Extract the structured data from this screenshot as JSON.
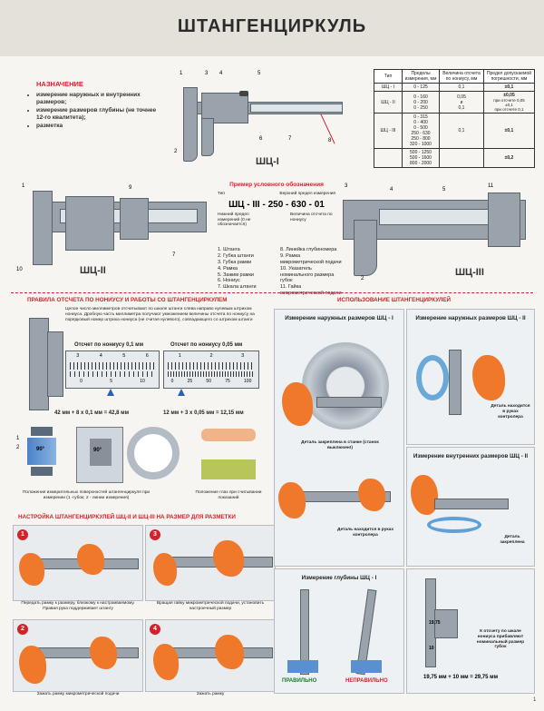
{
  "title": "ШТАНГЕНЦИРКУЛЬ",
  "purpose": {
    "heading": "НАЗНАЧЕНИЕ",
    "items": [
      "измерение наружных и внутренних размеров;",
      "измерение размеров глубины (не точнее 12-го квалитета);",
      "разметка"
    ]
  },
  "spec_table": {
    "headers": [
      "Тип",
      "Пределы измерения, мм",
      "Величина отсчета по нониусу, мм",
      "Предел допускаемой погрешности, мм"
    ],
    "rows": [
      {
        "type": "ШЦ - I",
        "range": "0 - 125",
        "step": "0,1",
        "error": "±0,1",
        "error_note": ""
      },
      {
        "type": "ШЦ - II",
        "range": "0 - 160\n0 - 200\n0 - 250",
        "step": "0,05\nи\n0,1",
        "error": "±0,05",
        "error_note": "при отсчете 0,05\n±0,1\nпри отсчете 0,1"
      },
      {
        "type": "ШЦ - III",
        "range": "0 - 315\n0 - 400\n0 - 500\n250 - 630\n250 - 800\n320 - 1000",
        "step": "0,1",
        "error": "±0,1",
        "error_note": ""
      },
      {
        "type": "",
        "range": "500 - 1250\n500 - 1600\n800 - 2000",
        "step": "",
        "error": "±0,2",
        "error_note": ""
      }
    ]
  },
  "models": {
    "shc1": "ШЦ-I",
    "shc2": "ШЦ-II",
    "shc3": "ШЦ-III"
  },
  "designation": {
    "heading": "Пример условного обозначения",
    "type_label": "Тип",
    "upper_label": "Верхний предел измерения",
    "code": "ШЦ - III - 250 - 630 - 01",
    "lower_label": "Нижний предел измерений (0 не обозначается)",
    "step_label": "Величина отсчета по нониусу"
  },
  "parts_legend": {
    "left": [
      "1. Штанга",
      "2. Губка штанги",
      "3. Губка рамки",
      "4. Рамка",
      "5. Зажим рамки",
      "6. Нониус",
      "7. Шкала штанги"
    ],
    "right": [
      "8. Линейка глубиномера",
      "9. Рамка микрометрической подачи",
      "10. Указатель номинального размера губок",
      "11. Гайка микрометрической подачи"
    ]
  },
  "part_numbers": {
    "n1": "1",
    "n2": "2",
    "n3": "3",
    "n4": "4",
    "n5": "5",
    "n6": "6",
    "n7": "7",
    "n8": "8",
    "n9": "9",
    "n10": "10",
    "n11": "11"
  },
  "reading": {
    "heading": "ПРАВИЛА ОТСЧЕТА ПО НОНИУСУ И РАБОТЫ СО ШТАНГЕНЦИРКУЛЕМ",
    "text": "Целое число миллиметров отсчитывают по шкале штанги слева направо нулевым штрихом нониуса. Дробную часть миллиметра получают умножением величины отсчета по нониусу на порядковый номер штриха нониуса (не считая нулевого), совпадающего со штрихом штанги",
    "example1_label": "Отсчет по нониусу 0,1 мм",
    "example2_label": "Отсчет по нониусу 0,05 мм",
    "example1_result": "42 мм + 8 х 0,1 мм = 42,8 мм",
    "example2_result": "12 мм + 3 х 0,05 мм = 12,15 мм",
    "scale1_ticks": [
      "3",
      "4",
      "5",
      "6"
    ],
    "scale2_ticks": [
      "1",
      "2",
      "3"
    ],
    "vernier1_ticks": [
      "0",
      "5",
      "10"
    ],
    "vernier2_ticks": [
      "0",
      "25",
      "50",
      "75",
      "100"
    ],
    "angle": "90°",
    "positions_caption": "Положение измерительных поверхностей штангенциркуля при измерении (1 -губок; 2 - линии измерения)",
    "eye_caption": "Положение глаз при считывании показаний"
  },
  "usage": {
    "heading": "ИСПОЛЬЗОВАНИЕ ШТАНГЕНЦИРКУЛЕЙ",
    "outer1_title": "Измерение наружных размеров ШЦ - I",
    "outer1_caption": "Деталь закреплена в станке (станок выключен!)",
    "outer1_caption2": "Деталь находится в руках контролера",
    "outer2_title": "Измерение наружных размеров ШЦ - II",
    "outer2_caption": "Деталь находится в руках контролера",
    "inner_title": "Измерение внутренних размеров ШЦ - II",
    "inner_caption": "Деталь закреплена",
    "depth_title": "Измерение глубины ШЦ - I",
    "correct": "ПРАВИЛЬНО",
    "incorrect": "НЕПРАВИЛЬНО",
    "inner_note": "К отсчету по шкале нониуса прибавляют номинальный размер губок",
    "inner_formula": "19,75 мм + 10 мм = 29,75 мм",
    "inner_reading": "19,75",
    "inner_nominal": "10"
  },
  "setup": {
    "heading": "НАСТРОЙКА ШТАНГЕНЦИРКУЛЕЙ ШЦ-II И ШЦ-III НА РАЗМЕР ДЛЯ РАЗМЕТКИ",
    "steps": [
      {
        "num": "1",
        "caption": "Передать рамку к размеру, близкому к настраиваемому. Правая рука поддерживает штангу"
      },
      {
        "num": "3",
        "caption": "Вращая гайку микрометрической подачи, установить настроечный размер"
      },
      {
        "num": "2",
        "caption": "Зажать рамку микрометрической подачи"
      },
      {
        "num": "4",
        "caption": "Зажать рамку"
      }
    ]
  },
  "page_number": "1",
  "colors": {
    "accent": "#d2232a",
    "hand": "#f07a2a",
    "steel": "#9aa3ab",
    "panel": "#e9ecef"
  }
}
